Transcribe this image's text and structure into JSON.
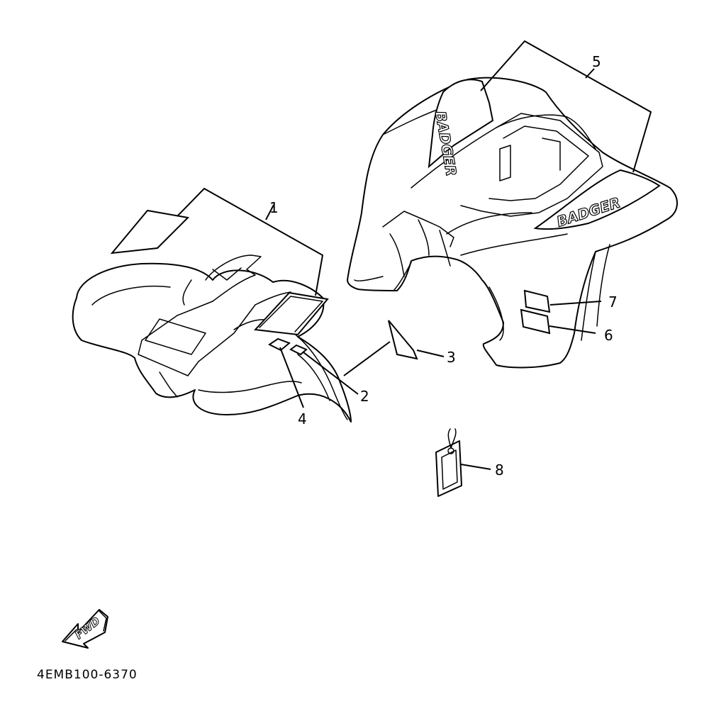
{
  "diagram": {
    "part_code": "4EMB100-6370",
    "fwd_label": "FWD",
    "decal_text": "BADGER",
    "callouts": [
      {
        "id": "1",
        "label": "1"
      },
      {
        "id": "2",
        "label": "2"
      },
      {
        "id": "3",
        "label": "3"
      },
      {
        "id": "4",
        "label": "4"
      },
      {
        "id": "5",
        "label": "5"
      },
      {
        "id": "6",
        "label": "6"
      },
      {
        "id": "7",
        "label": "7"
      },
      {
        "id": "8",
        "label": "8"
      }
    ]
  }
}
